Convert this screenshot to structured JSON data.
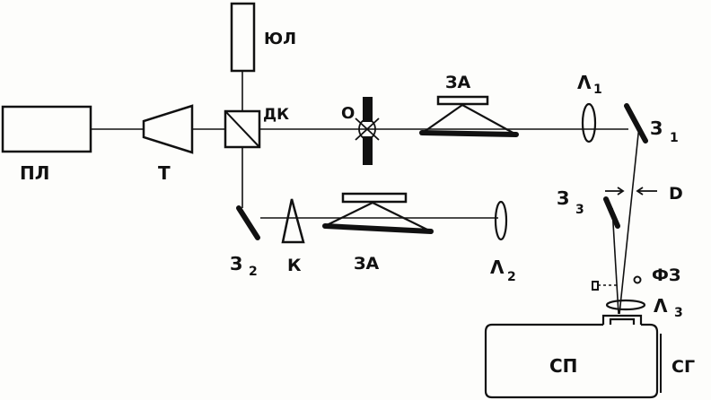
{
  "colors": {
    "ink": "#111111",
    "paper": "#fdfdfb"
  },
  "labels": {
    "pulsed_laser": "ПЛ",
    "telescope": "Т",
    "beam_cube": "ДК",
    "lamp": "ЮЛ",
    "object": "О",
    "delay_top": "ЗА",
    "delay_bottom": "ЗА",
    "lens_1": "Λ",
    "lens_1_sub": "1",
    "lens_2": "Λ",
    "lens_2_sub": "2",
    "lens_3": "Λ",
    "lens_3_sub": "3",
    "mirror_1": "З",
    "mirror_1_sub": "1",
    "mirror_2": "З",
    "mirror_2_sub": "2",
    "mirror_3": "З",
    "mirror_3_sub": "3",
    "wedge": "К",
    "distance": "D",
    "photo_plate": "ФЗ",
    "spectrograph": "СП",
    "generator": "СГ"
  }
}
